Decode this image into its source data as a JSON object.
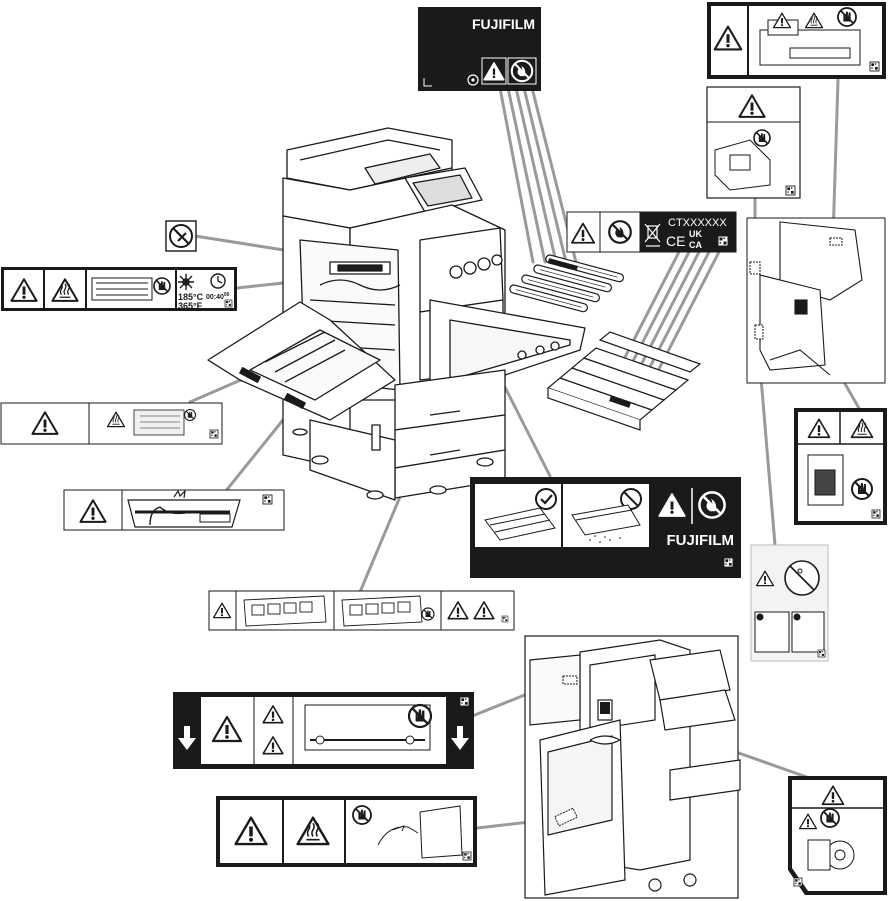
{
  "brand": {
    "name": "FUJIFILM"
  },
  "fuser_label": {
    "temp_c": "185°C",
    "temp_f": "365°F",
    "time": "00:40",
    "time_sup": "00"
  },
  "toner_label": {
    "model_code": "CTXXXXXX",
    "cert_ce": "CE",
    "cert_uk": "UK",
    "cert_ca": "CA"
  },
  "colors": {
    "line": "#1a1a1a",
    "leader": "#9a9a9a",
    "label_dark": "#1a1a1a",
    "panel_light": "#f3f3f3"
  }
}
